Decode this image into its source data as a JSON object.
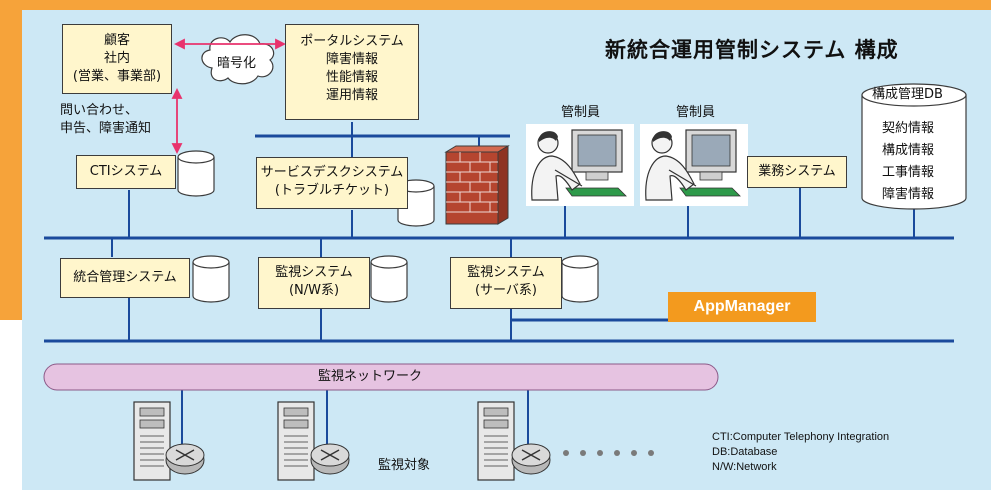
{
  "title": "新統合運用管制システム 構成",
  "customer_box": {
    "lines": [
      "顧客",
      "社内",
      "(営業、事業部)"
    ]
  },
  "encryption_label": "暗号化",
  "portal_box": {
    "lines": [
      "ポータルシステム",
      "障害情報",
      "性能情報",
      "運用情報"
    ]
  },
  "inquiry_label": {
    "lines": [
      "問い合わせ、",
      "申告、障害通知"
    ]
  },
  "cti_box": "CTIシステム",
  "service_desk_box": {
    "lines": [
      "サービスデスクシステム",
      "(トラブルチケット)"
    ]
  },
  "operator_labels": [
    "管制員",
    "管制員"
  ],
  "business_box": "業務システム",
  "config_db": {
    "title": "構成管理DB",
    "items": [
      "契約情報",
      "構成情報",
      "工事情報",
      "障害情報"
    ]
  },
  "integrated_box": "統合管理システム",
  "monitor_nw_box": {
    "lines": [
      "監視システム",
      "(N/W系)"
    ]
  },
  "monitor_server_box": {
    "lines": [
      "監視システム",
      "(サーバ系)"
    ]
  },
  "appmanager_label": "AppManager",
  "monitor_network_bar": "監視ネットワーク",
  "monitored_label": "監視対象",
  "legend": [
    "CTI:Computer Telephony Integration",
    "DB:Database",
    "N/W:Network"
  ],
  "colors": {
    "network_line": "#1a4a9c",
    "arrow": "#e8336d",
    "box_fill": "#fff6cc",
    "panel": "#cde8f5",
    "accent": "#f39a1e",
    "bar_fill": "#e6c3e1"
  }
}
